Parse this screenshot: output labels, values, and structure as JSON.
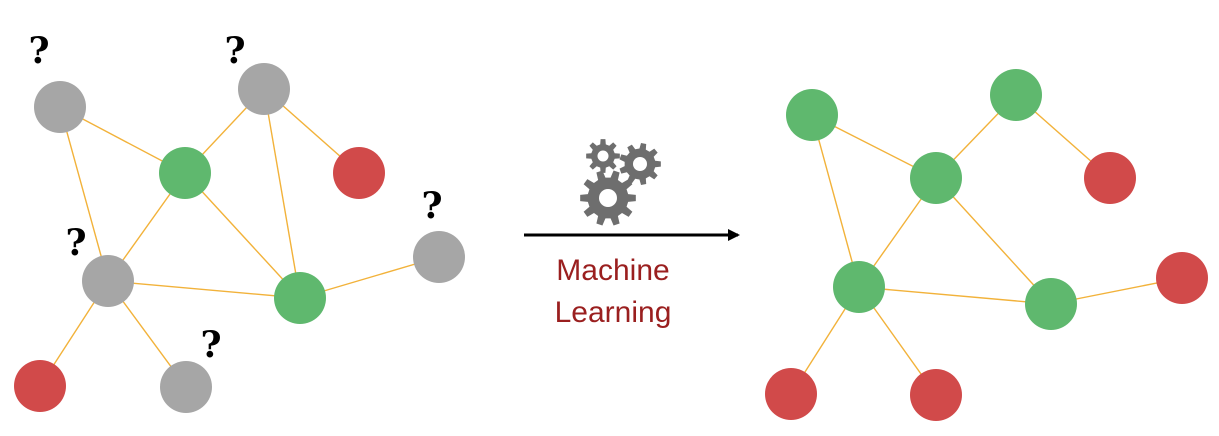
{
  "colors": {
    "edge": "#F2B23A",
    "gray": "#A6A6A6",
    "green": "#5FB86E",
    "red": "#D14A4A",
    "arrow": "#000000",
    "gear": "#6E6E6E",
    "label": "#9A1F1F",
    "question": "#000000"
  },
  "question_mark": "?",
  "process": {
    "label_line1": "Machine",
    "label_line2": "Learning",
    "gear_icon": "gears-icon",
    "arrow_icon": "arrow-right-icon"
  },
  "input_graph": {
    "nodes": [
      {
        "id": "a",
        "color": "gray",
        "unknown": true
      },
      {
        "id": "b",
        "color": "gray",
        "unknown": true
      },
      {
        "id": "c",
        "color": "green",
        "unknown": false
      },
      {
        "id": "d",
        "color": "red",
        "unknown": false
      },
      {
        "id": "e",
        "color": "gray",
        "unknown": true
      },
      {
        "id": "f",
        "color": "gray",
        "unknown": true
      },
      {
        "id": "g",
        "color": "green",
        "unknown": false
      },
      {
        "id": "h",
        "color": "red",
        "unknown": false
      },
      {
        "id": "i",
        "color": "gray",
        "unknown": true
      }
    ],
    "edges": [
      [
        "a",
        "c"
      ],
      [
        "a",
        "e"
      ],
      [
        "b",
        "c"
      ],
      [
        "b",
        "d"
      ],
      [
        "b",
        "g"
      ],
      [
        "c",
        "e"
      ],
      [
        "c",
        "g"
      ],
      [
        "e",
        "g"
      ],
      [
        "e",
        "h"
      ],
      [
        "e",
        "i"
      ],
      [
        "g",
        "f"
      ]
    ]
  },
  "output_graph": {
    "nodes": [
      {
        "id": "a",
        "color": "green"
      },
      {
        "id": "b",
        "color": "green"
      },
      {
        "id": "c",
        "color": "green"
      },
      {
        "id": "d",
        "color": "red"
      },
      {
        "id": "e",
        "color": "green"
      },
      {
        "id": "f",
        "color": "red"
      },
      {
        "id": "g",
        "color": "green"
      },
      {
        "id": "h",
        "color": "red"
      },
      {
        "id": "i",
        "color": "red"
      }
    ],
    "edges": [
      [
        "a",
        "c"
      ],
      [
        "a",
        "e"
      ],
      [
        "b",
        "c"
      ],
      [
        "b",
        "d"
      ],
      [
        "c",
        "e"
      ],
      [
        "c",
        "g"
      ],
      [
        "e",
        "g"
      ],
      [
        "e",
        "h"
      ],
      [
        "e",
        "i"
      ],
      [
        "g",
        "f"
      ]
    ]
  }
}
